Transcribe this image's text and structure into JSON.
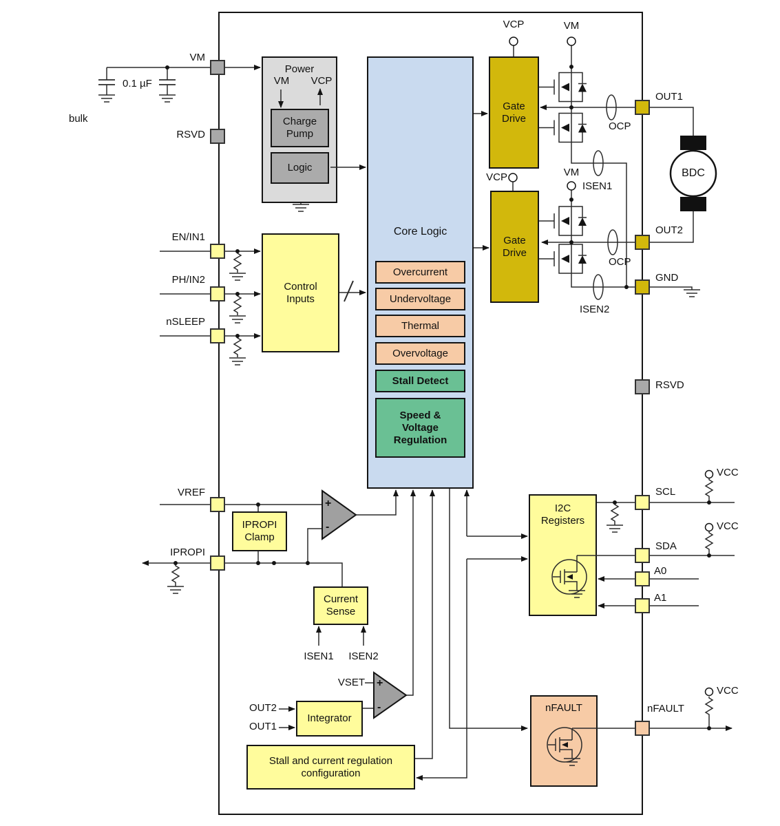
{
  "pins": {
    "left": [
      "VM",
      "RSVD",
      "EN/IN1",
      "PH/IN2",
      "nSLEEP",
      "VREF",
      "IPROPI"
    ],
    "right": [
      "OUT1",
      "OUT2",
      "GND",
      "RSVD",
      "SCL",
      "SDA",
      "A0",
      "A1",
      "nFAULT"
    ]
  },
  "blocks": {
    "power": {
      "title": "Power",
      "vm": "VM",
      "vcp": "VCP",
      "charge_pump": "Charge Pump",
      "logic": "Logic"
    },
    "core_logic": {
      "title": "Core Logic",
      "monitors": [
        "Overcurrent",
        "Undervoltage",
        "Thermal",
        "Overvoltage"
      ],
      "stall_detect": "Stall Detect",
      "speed_reg": "Speed & Voltage Regulation"
    },
    "gate_drive": "Gate Drive",
    "control_inputs": "Control Inputs",
    "ipropi_clamp": "IPROPI Clamp",
    "current_sense": "Current Sense",
    "integrator": "Integrator",
    "stall_config": "Stall and current regulation configuration",
    "i2c_registers": "I2C Registers",
    "nfault": "nFAULT"
  },
  "nets": {
    "vm": "VM",
    "vcp": "VCP",
    "vcc": "VCC",
    "ocp": "OCP",
    "isen1": "ISEN1",
    "isen2": "ISEN2",
    "vset": "VSET",
    "out1": "OUT1",
    "out2": "OUT2",
    "bulk": "bulk",
    "cap_value": "0.1 µF",
    "motor": "BDC",
    "plus": "+",
    "minus": "-"
  },
  "colors": {
    "yellow": "#FFFC9C",
    "gold": "#D2B80C",
    "core_blue": "#C9DAEF",
    "peach": "#F7CBA6",
    "green": "#6AC094",
    "pin_gray": "#A9A9A9",
    "power_gray": "#DBDBDB",
    "inner_gray": "#ABABAB",
    "comparator_gray": "#A0A0A0",
    "wire": "#2B2B2B"
  }
}
